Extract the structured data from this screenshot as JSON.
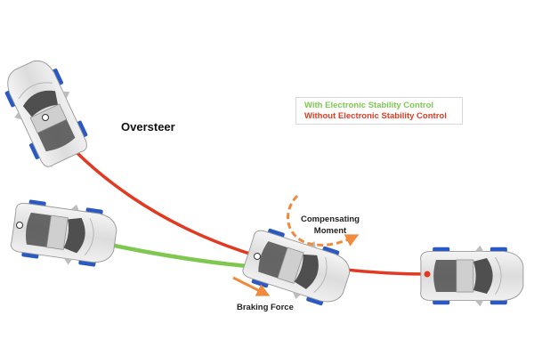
{
  "title": "Oversteer",
  "legend": {
    "items": [
      {
        "label": "With Electronic Stability Control",
        "color": "#7ec850"
      },
      {
        "label": "Without Electronic Stability Control",
        "color": "#e23a22"
      }
    ]
  },
  "labels": {
    "moment_line1": "Compensating",
    "moment_line2": "Moment",
    "braking": "Braking Force"
  },
  "colors": {
    "with_esc": "#7ec850",
    "without_esc": "#e23a22",
    "arrow": "#f08a3c",
    "tire": "#2b59c3",
    "car_body": "#e6e6e6",
    "car_glass": "#4f4f4f"
  },
  "icons": [
    "car-icon",
    "curved-arrow-icon",
    "straight-arrow-icon"
  ]
}
